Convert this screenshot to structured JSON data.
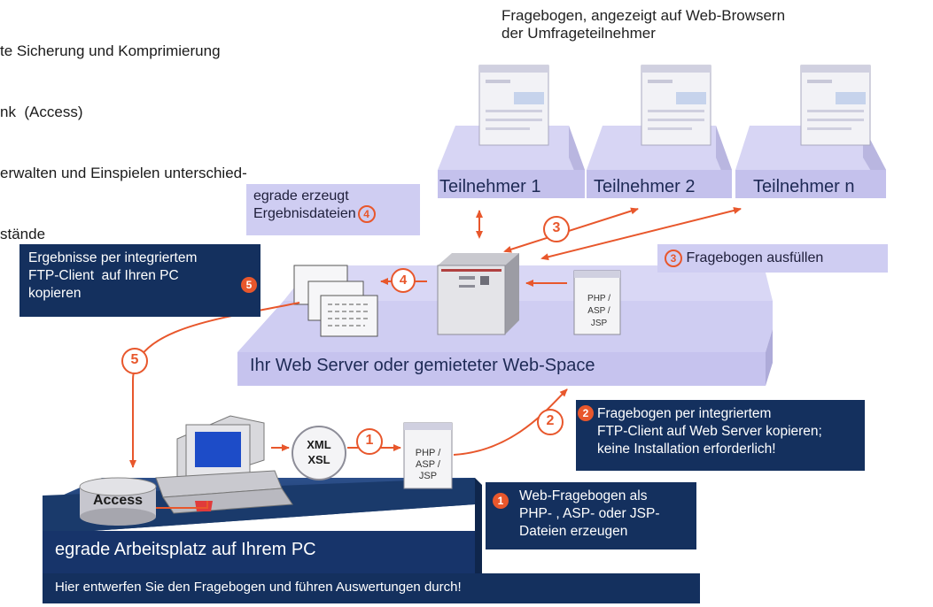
{
  "intro_lines": [
    "te Sicherung und Komprimierung",
    "nk  (Access)",
    "erwalten und Einspielen unterschied-",
    "stände"
  ],
  "browser_caption": "Fragebogen, angezeigt auf Web-Browsern\nder Umfrageteilnehmer",
  "participants": [
    "Teilnehmer 1",
    "Teilnehmer 2",
    "Teilnehmer n"
  ],
  "result_files_box": {
    "text": "egrade erzeugt\nErgebnisdateien",
    "step": "4"
  },
  "ftp_results_box": {
    "text": "Ergebnisse per integriertem\nFTP-Client  auf Ihren PC\nkopieren",
    "step": "5"
  },
  "fill_box": {
    "step": "3",
    "text": "Fragebogen ausfüllen"
  },
  "server_label": "Ihr Web Server oder gemieteter Web-Space",
  "script_doc_label": "PHP /\nASP /\nJSP",
  "ftp_server_box": {
    "step": "2",
    "text": "Fragebogen per integriertem\nFTP-Client auf Web Server kopieren;\nkeine Installation erforderlich!"
  },
  "webform_box": {
    "step": "1",
    "text": "Web-Fragebogen als\nPHP- , ASP- oder JSP-\nDateien erzeugen"
  },
  "workstation_label": "egrade  Arbeitsplatz auf Ihrem PC",
  "workstation_caption": "Hier entwerfen Sie den Fragebogen und führen Auswertungen durch!",
  "database_label": "Access",
  "xml_label": "XML\nXSL",
  "circle_steps": {
    "s1": "1",
    "s2": "2",
    "s3": "3",
    "s4": "4",
    "s5": "5"
  },
  "colors": {
    "accent": "#e8572c",
    "navy": "#14305e",
    "lavender": "#cfcdf2"
  }
}
